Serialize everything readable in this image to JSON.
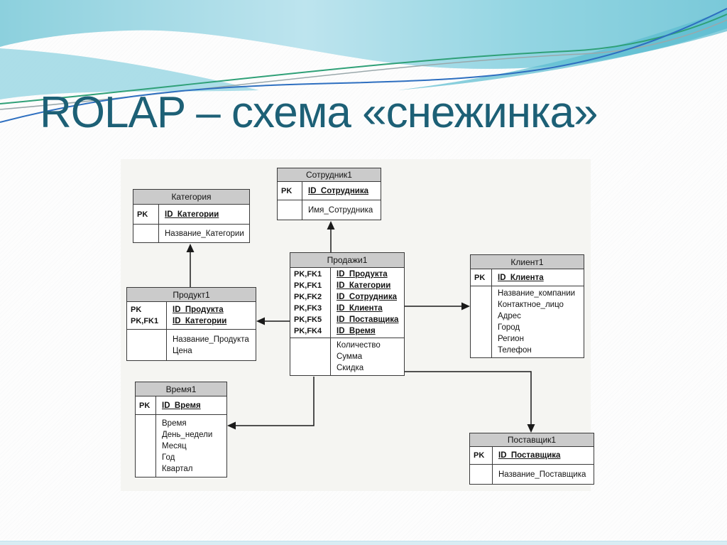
{
  "slide": {
    "title": "ROLAP – схема «снежинка»"
  },
  "colors": {
    "title_text": "#1d6076",
    "table_header_bg": "#cbcbcb",
    "table_border": "#3a3a3a",
    "decoration_teal": "#7ccadb",
    "bottom_strip": "#d8ecf3"
  },
  "diagram": {
    "tables": [
      {
        "name": "Категория",
        "keys": [
          {
            "tag": "PK",
            "field": "ID_Категории"
          }
        ],
        "attrs": [
          "Название_Категории"
        ]
      },
      {
        "name": "Сотрудник1",
        "keys": [
          {
            "tag": "PK",
            "field": "ID_Сотрудника"
          }
        ],
        "attrs": [
          "Имя_Сотрудника"
        ]
      },
      {
        "name": "Продукт1",
        "keys": [
          {
            "tag": "PK",
            "field": "ID_Продукта"
          },
          {
            "tag": "PK,FK1",
            "field": "ID_Категории"
          }
        ],
        "attrs": [
          "Название_Продукта",
          "Цена"
        ]
      },
      {
        "name": "Продажи1",
        "keys": [
          {
            "tag": "PK,FK1",
            "field": "ID_Продукта"
          },
          {
            "tag": "PK,FK1",
            "field": "ID_Категории"
          },
          {
            "tag": "PK,FK2",
            "field": "ID_Сотрудника"
          },
          {
            "tag": "PK,FK3",
            "field": "ID_Клиента"
          },
          {
            "tag": "PK,FK5",
            "field": "ID_Поставщика"
          },
          {
            "tag": "PK,FK4",
            "field": "ID_Время"
          }
        ],
        "attrs": [
          "Количество",
          "Сумма",
          "Скидка"
        ]
      },
      {
        "name": "Клиент1",
        "keys": [
          {
            "tag": "PK",
            "field": "ID_Клиента"
          }
        ],
        "attrs": [
          "Название_компании",
          "Контактное_лицо",
          "Адрес",
          "Город",
          "Регион",
          "Телефон"
        ]
      },
      {
        "name": "Время1",
        "keys": [
          {
            "tag": "PK",
            "field": "ID_Время"
          }
        ],
        "attrs": [
          "Время",
          "День_недели",
          "Месяц",
          "Год",
          "Квартал"
        ]
      },
      {
        "name": "Поставщик1",
        "keys": [
          {
            "tag": "PK",
            "field": "ID_Поставщика"
          }
        ],
        "attrs": [
          "Название_Поставщика"
        ]
      }
    ],
    "relations": [
      {
        "from": "Продукт1",
        "to": "Категория"
      },
      {
        "from": "Продажи1",
        "to": "Сотрудник1"
      },
      {
        "from": "Продажи1",
        "to": "Продукт1"
      },
      {
        "from": "Продажи1",
        "to": "Клиент1"
      },
      {
        "from": "Продажи1",
        "to": "Время1"
      },
      {
        "from": "Продажи1",
        "to": "Поставщик1"
      }
    ]
  }
}
